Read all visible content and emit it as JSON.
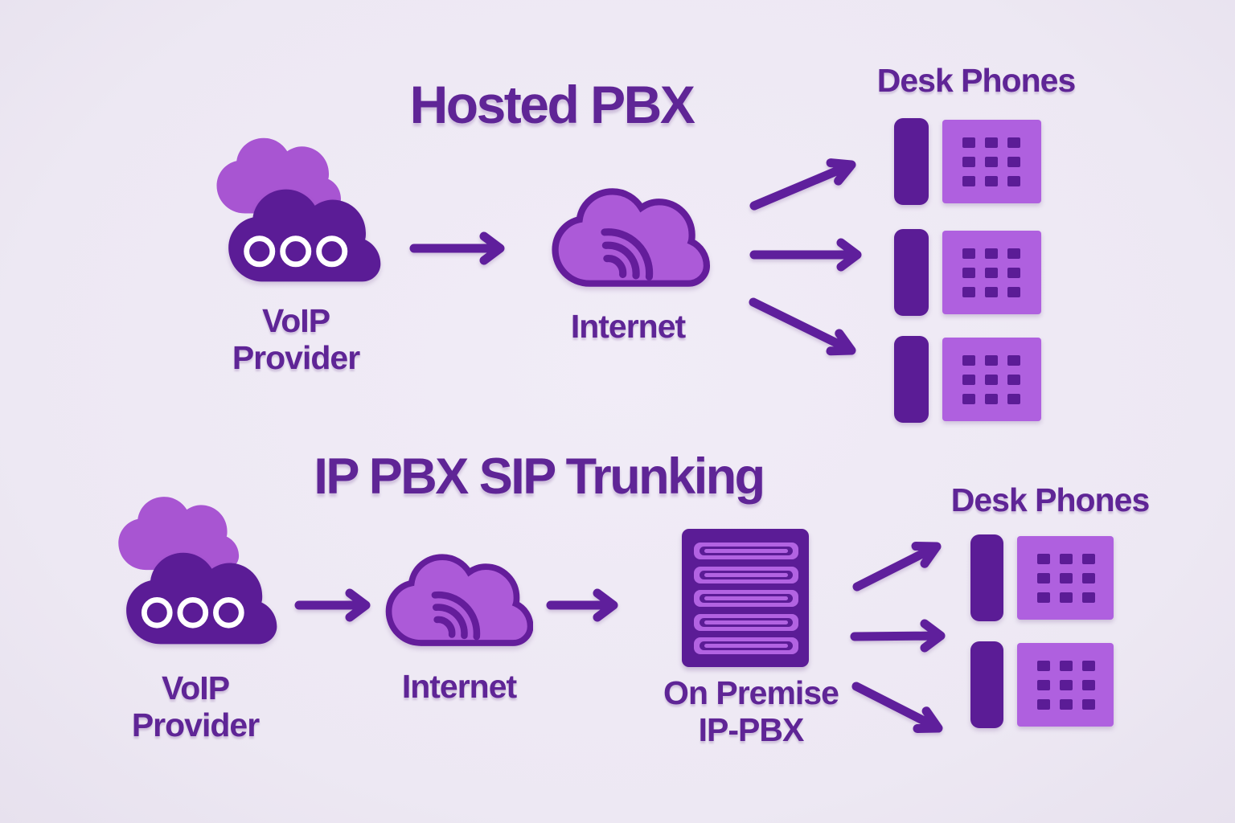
{
  "page": {
    "kind": "voip-architecture-infographic",
    "background_color": "#EDE8F3"
  },
  "theme": {
    "bg": "#EDE8F3",
    "dark_purple": "#5B1C96",
    "mid_purple": "#AC5AD8",
    "light_back_cloud": "#A855D2",
    "phone_body_purple": "#AF60DF",
    "server_slot_purple": "#B263E2",
    "outline_purple": "#641D9B",
    "text_purple": "#5F2596",
    "arrow_purple": "#5F1F9C",
    "ring_white": "#FFFFFF"
  },
  "icons": {
    "voip_provider": "double-cloud-icon",
    "internet": "wifi-cloud-icon",
    "desk_phone": "desk-phone-icon",
    "on_premise_pbx": "server-icon",
    "flow": "arrow-right-icon"
  },
  "hosted_pbx": {
    "title": "Hosted PBX",
    "voip_line1": "VoIP",
    "voip_line2": "Provider",
    "internet_label": "Internet",
    "desk_phones_label": "Desk Phones",
    "desk_phone_count": 3
  },
  "ip_pbx_sip_trunking": {
    "title": "IP PBX SIP Trunking",
    "voip_line1": "VoIP",
    "voip_line2": "Provider",
    "internet_label": "Internet",
    "on_premise_line1": "On Premise",
    "on_premise_line2": "IP-PBX",
    "desk_phones_label": "Desk Phones",
    "desk_phone_count": 2
  }
}
